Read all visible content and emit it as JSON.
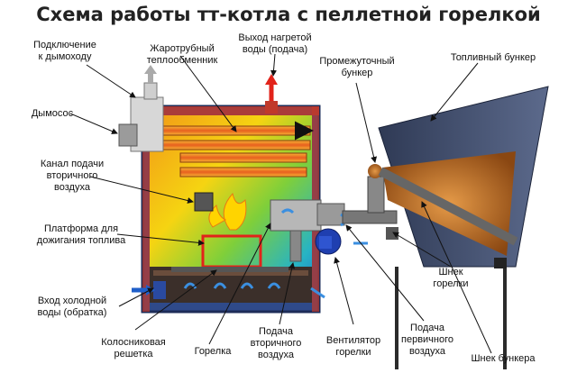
{
  "title": "Схема работы тт-котла с пеллетной горелкой",
  "labels": {
    "chimney": "Подключение\nк дымоходу",
    "heat_exchanger": "Жаротрубный\nтеплообменник",
    "hot_water_out": "Выход нагретой\nводы (подача)",
    "intermediate_hopper": "Промежуточный\nбункер",
    "fuel_hopper": "Топливный бункер",
    "exhauster": "Дымосос",
    "secondary_air_channel": "Канал подачи\nвторичного\nвоздуха",
    "afterburn_platform": "Платформа для\nдожигания топлива",
    "cold_water_in": "Вход холодной\nводы (обратка)",
    "grate": "Колосниковая\nрешетка",
    "burner": "Горелка",
    "secondary_air_supply": "Подача\nвторичного\nвоздуха",
    "burner_fan": "Вентилятор\nгорелки",
    "primary_air_supply": "Подача\nпервичного\nвоздуха",
    "burner_auger": "Шнек\nгорелки",
    "hopper_auger": "Шнек бункера"
  },
  "colors": {
    "boiler_body": "#3a4f8f",
    "flame": "#ffd400",
    "water_out_arrow": "#e2231a",
    "water_in_arrow": "#1f5fc9",
    "air_arrow": "#3b8fe0",
    "pellets": "#b8611d",
    "hopper": "#3c4760"
  }
}
